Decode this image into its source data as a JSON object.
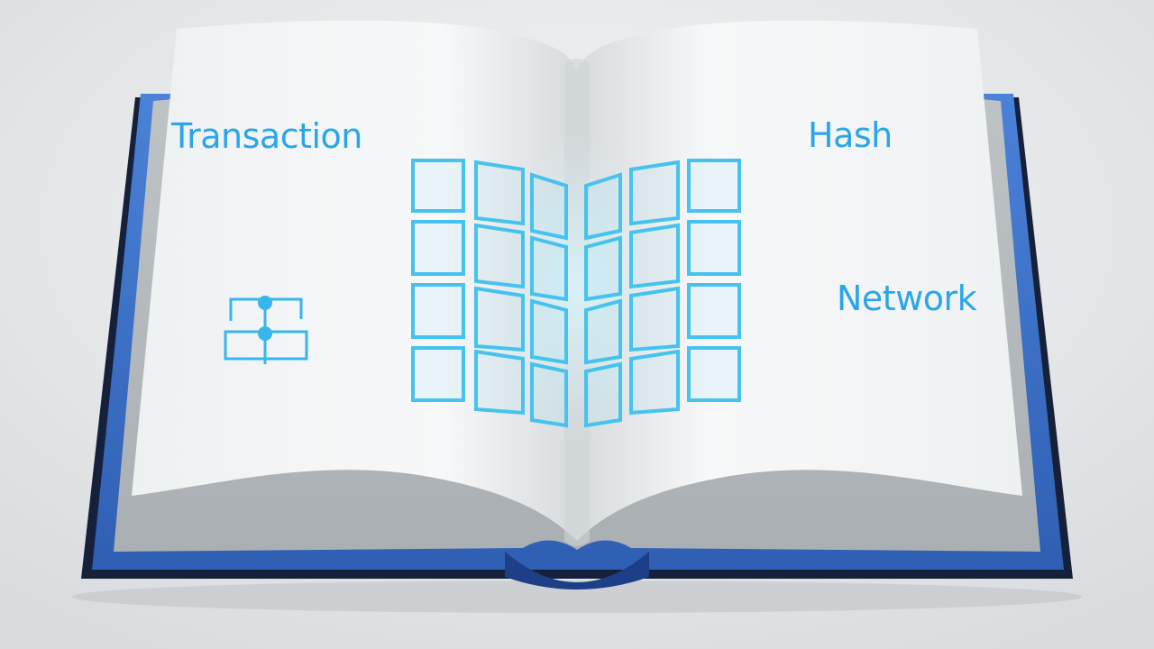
{
  "labels": {
    "transaction": "Transaction",
    "hash": "Hash",
    "network": "Network"
  },
  "icons": {
    "diagram": "hierarchy-diagram-icon",
    "ledger": "ledger-grid-icon"
  },
  "colors": {
    "accent_text": "#2aa6e8",
    "grid_stroke": "#45c3ee",
    "book_cover": "#3b6fc8",
    "book_cover_dark": "#111a2e",
    "page": "#f3f5f6",
    "page_edge": "#c9cdd0",
    "background": "#e6e8e9"
  },
  "ledger_grid": {
    "rows": 4,
    "columns_per_page": 3
  }
}
